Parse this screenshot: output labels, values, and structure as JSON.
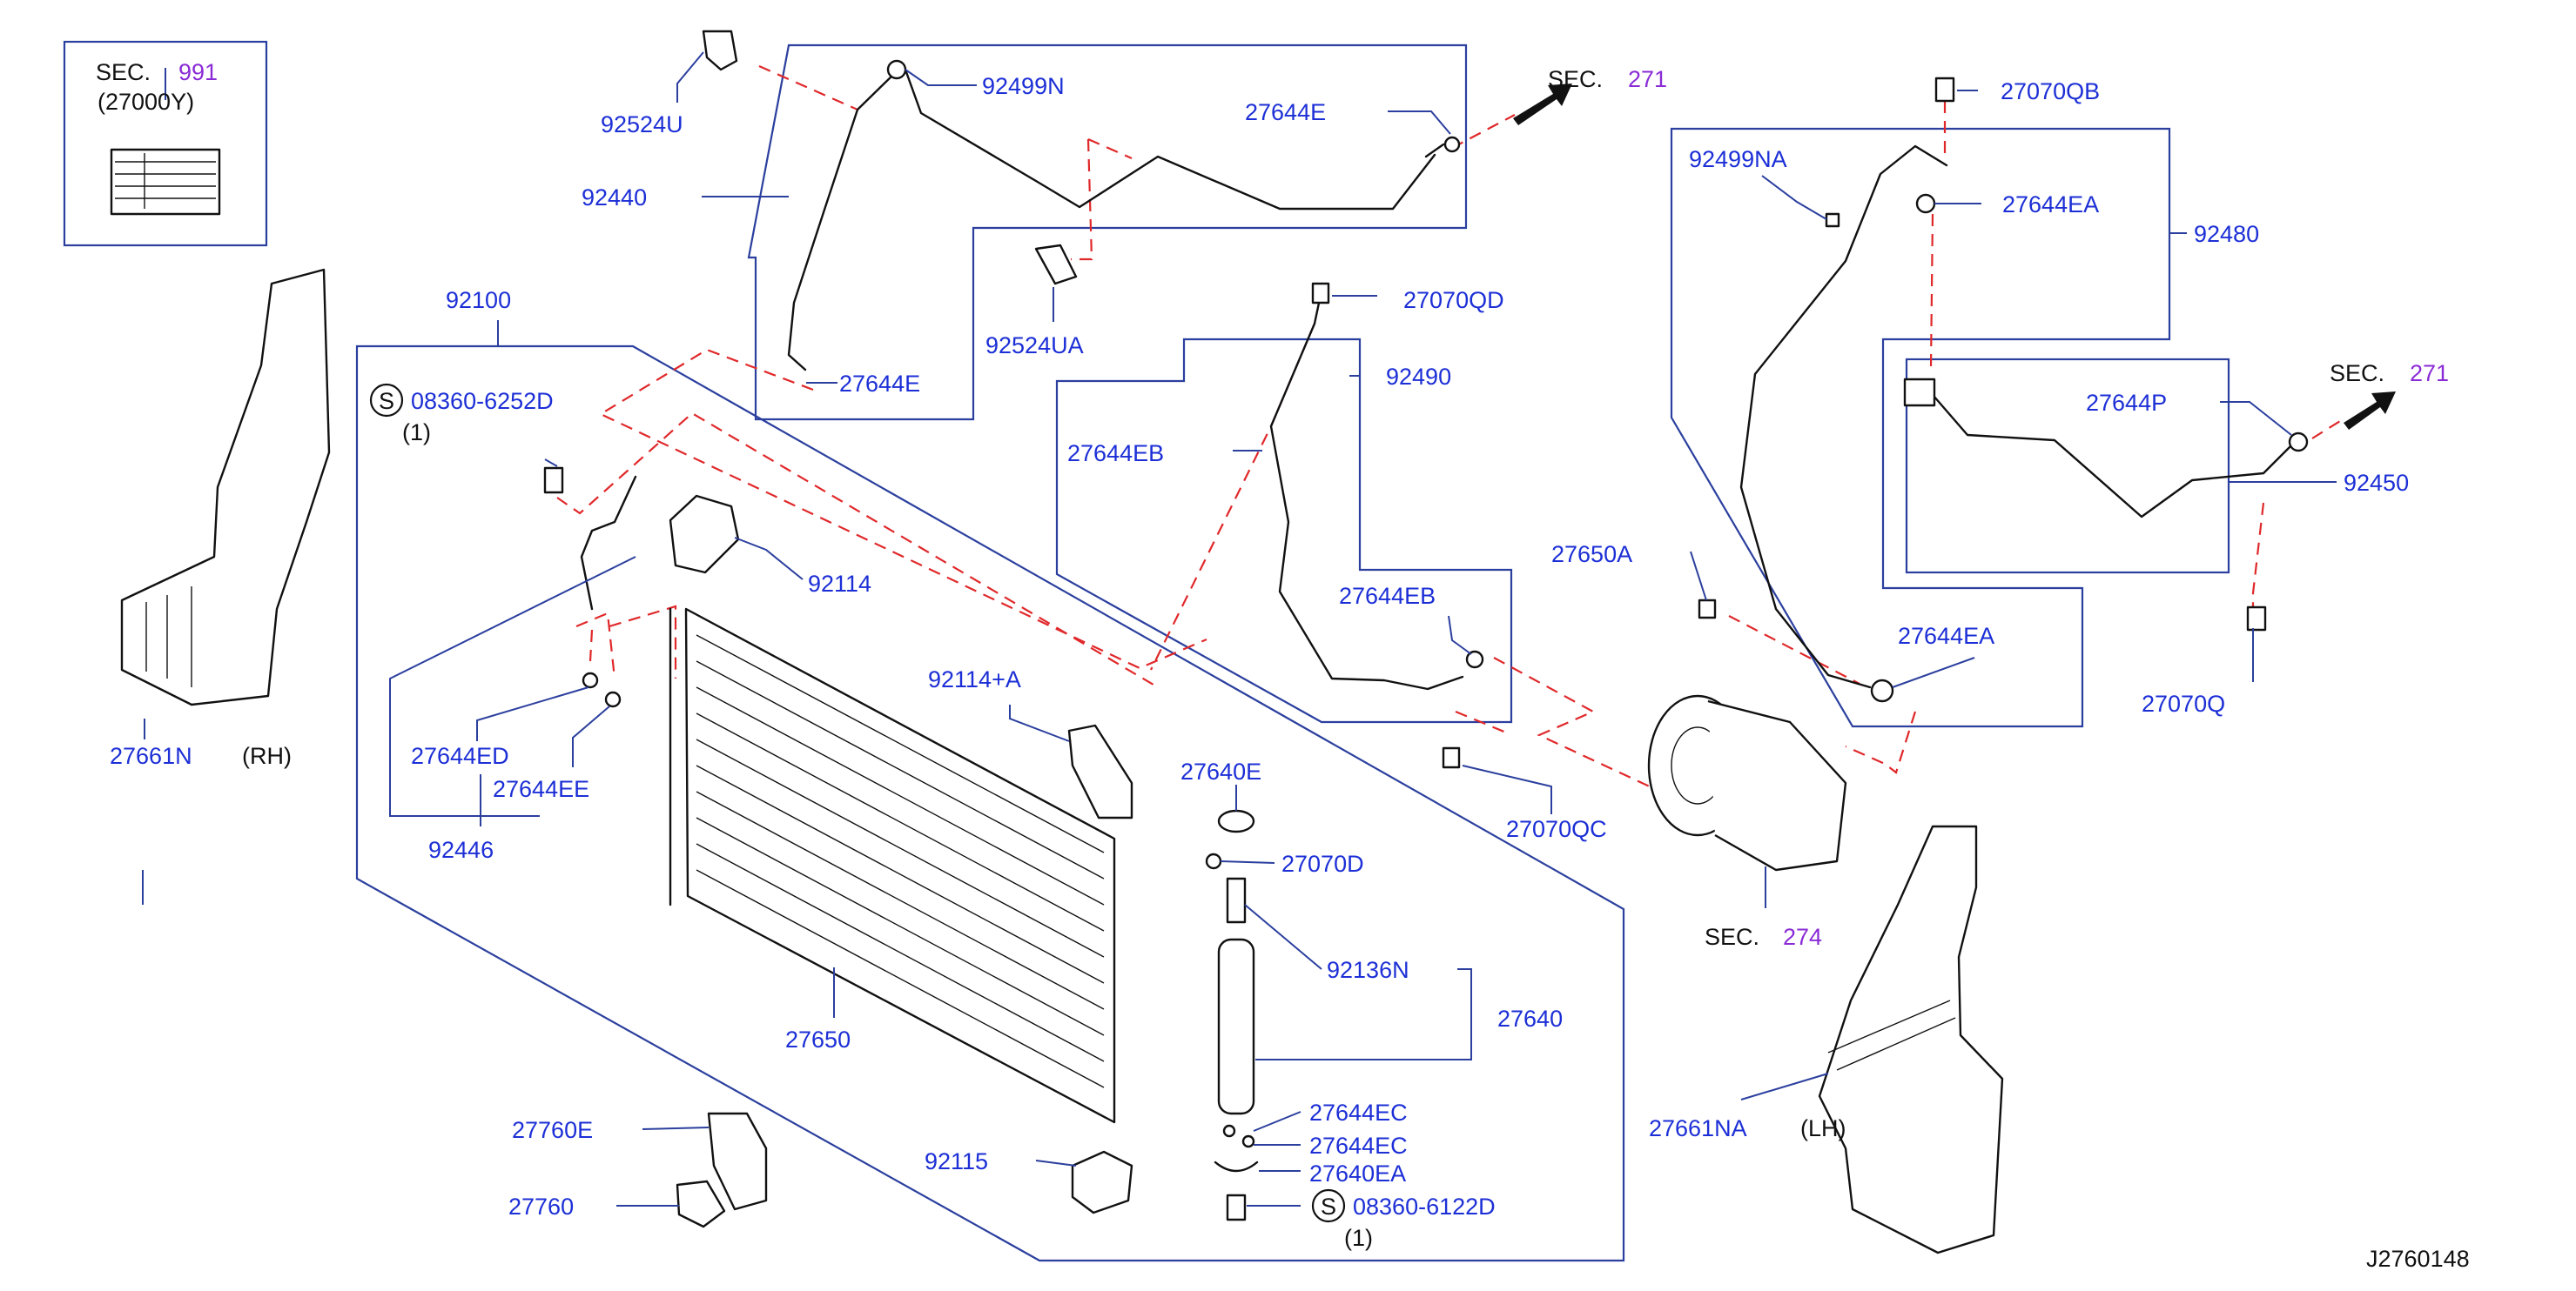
{
  "diagram_id": "J2760148",
  "colors": {
    "label": "#1c2fd6",
    "section_ref": "#8a2bd6",
    "leader": "#2b3f9e",
    "dashed_link": "#e0282a",
    "part_outline": "#111111"
  },
  "sections": [
    {
      "id": "sec991",
      "prefix": "SEC.",
      "num": "991",
      "sub": "(27000Y)"
    },
    {
      "id": "sec271a",
      "prefix": "SEC.",
      "num": "271"
    },
    {
      "id": "sec271b",
      "prefix": "SEC.",
      "num": "271"
    },
    {
      "id": "sec274",
      "prefix": "SEC.",
      "num": "274"
    }
  ],
  "screws": [
    {
      "id": "s1",
      "symbol": "S",
      "code": "08360-6252D",
      "qty": "(1)"
    },
    {
      "id": "s2",
      "symbol": "S",
      "code": "08360-6122D",
      "qty": "(1)"
    }
  ],
  "side_labels": {
    "rh": "(RH)",
    "lh": "(LH)"
  },
  "parts": [
    "92524U",
    "92440",
    "92499N",
    "27644E",
    "27644E",
    "92524UA",
    "92100",
    "92114",
    "27644ED",
    "27644EE",
    "92446",
    "27661N",
    "27650",
    "92114+A",
    "27640E",
    "27070D",
    "92136N",
    "27640",
    "27644EC",
    "27644EC",
    "27640EA",
    "92115",
    "27760E",
    "27760",
    "27070QD",
    "92490",
    "27644EB",
    "27644EB",
    "27070QC",
    "27070QB",
    "92499NA",
    "27644EA",
    "92480",
    "27644P",
    "92450",
    "27650A",
    "27644EA",
    "27070Q",
    "27661NA"
  ]
}
